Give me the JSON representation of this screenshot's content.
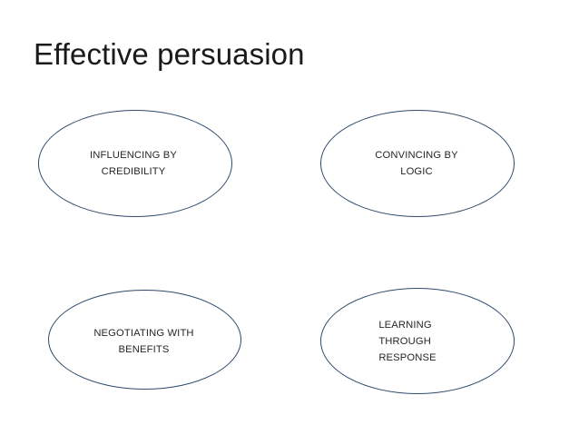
{
  "slide": {
    "title": "Effective persuasion",
    "background_color": "#FFFFFF",
    "title_color": "#1A1A1A"
  },
  "theme": {
    "shape_outline_color": "#2E4A6B",
    "shape_fill_color": "#FFFFFF",
    "shape_label_color": "#262626"
  },
  "shapes": [
    {
      "id": "ellipse-1",
      "name": "influencing-by-credibility",
      "label": "INFLUENCING BY\nCREDIBILITY",
      "text_align": "center"
    },
    {
      "id": "ellipse-2",
      "name": "convincing-by-logic",
      "label": "CONVINCING BY\nLOGIC",
      "text_align": "center"
    },
    {
      "id": "ellipse-3",
      "name": "negotiating-with-benefits",
      "label": "NEGOTIATING WITH\nBENEFITS",
      "text_align": "center"
    },
    {
      "id": "ellipse-4",
      "name": "learning-through-response",
      "label": "LEARNING\nTHROUGH\nRESPONSE",
      "text_align": "left"
    }
  ]
}
